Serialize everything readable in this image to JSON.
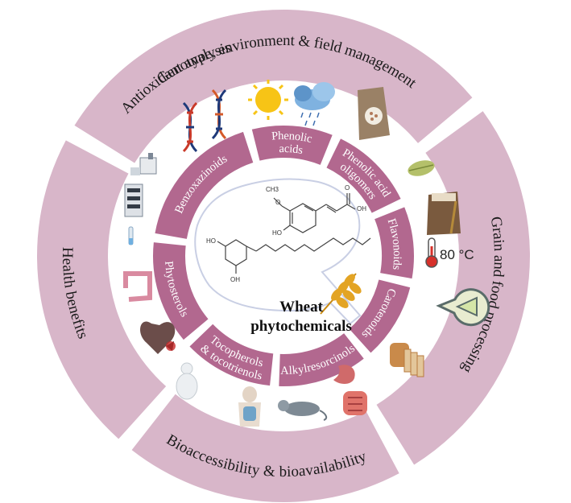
{
  "outer_ring": [
    {
      "label": "Genotype, environment & field management"
    },
    {
      "label": "Grain and food processing"
    },
    {
      "label": "Bioaccessibility & bioavailability"
    },
    {
      "label": "Health benefits"
    },
    {
      "label": "Antioxidant analysis"
    }
  ],
  "inner_ring": [
    {
      "lines": [
        "Phenolic",
        "acids"
      ]
    },
    {
      "lines": [
        "Phenolic acid",
        "oligomers"
      ]
    },
    {
      "lines": [
        "Flavonoids"
      ]
    },
    {
      "lines": [
        "Carotenoids"
      ]
    },
    {
      "lines": [
        "Alkylresorcinols"
      ]
    },
    {
      "lines": [
        "Tocopherols",
        "& tocotrienols"
      ]
    },
    {
      "lines": [
        "Phytosterols"
      ]
    },
    {
      "lines": [
        "Benzoxazinoids"
      ]
    }
  ],
  "center": {
    "line1": "Wheat",
    "line2": "phytochemicals"
  },
  "chem_labels": {
    "methyl": "CH3",
    "oxy": "O",
    "ho": "HO",
    "oh": "OH",
    "o_top": "O",
    "ho2": "HO",
    "oh2": "OH"
  },
  "temperature_label": "80 °C",
  "icons": [
    "dna-icon",
    "dna-icon-2",
    "sun-icon",
    "rain-cloud-icon",
    "grain-sack-icon",
    "wheat-seed-icon",
    "flour-sack-icon",
    "thermometer-icon",
    "pie-icon",
    "bread-icon",
    "stomach-icon",
    "intestine-icon",
    "mouse-icon",
    "digestive-system-icon",
    "body-icon",
    "heart-icon",
    "colon-icon",
    "test-tube-icon",
    "hplc-instrument-icon",
    "spectrometer-icon"
  ],
  "colors": {
    "outer_segment": "#d8b6c9",
    "inner_segment": "#b2688f",
    "center_blob": "#ffffff",
    "blob_outline": "#c9cfe4"
  }
}
